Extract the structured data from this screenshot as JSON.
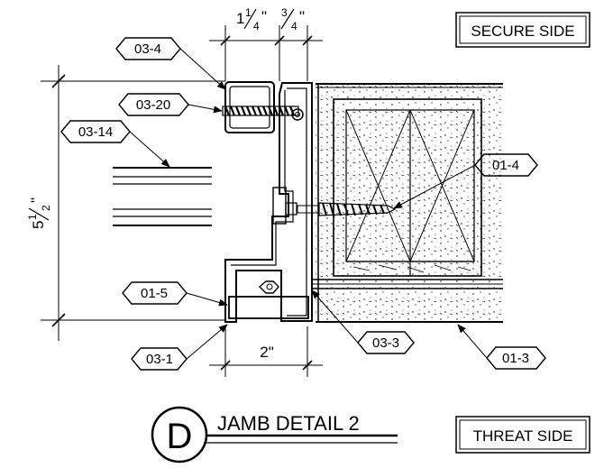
{
  "labels": {
    "secure_side": "SECURE SIDE",
    "threat_side": "THREAT SIDE"
  },
  "title": {
    "letter": "D",
    "text": "JAMB DETAIL 2"
  },
  "dimensions": {
    "top_left": {
      "whole": "1",
      "num": "1",
      "den": "4",
      "unit": "\""
    },
    "top_right": {
      "num": "3",
      "den": "4",
      "unit": "\""
    },
    "height": {
      "whole": "5",
      "num": "1",
      "den": "2",
      "unit": "\""
    },
    "bottom": "2\""
  },
  "tags": {
    "t03_4": "03-4",
    "t03_20": "03-20",
    "t03_14": "03-14",
    "t01_4": "01-4",
    "t01_5": "01-5",
    "t03_1": "03-1",
    "t03_3": "03-3",
    "t01_3": "01-3"
  }
}
